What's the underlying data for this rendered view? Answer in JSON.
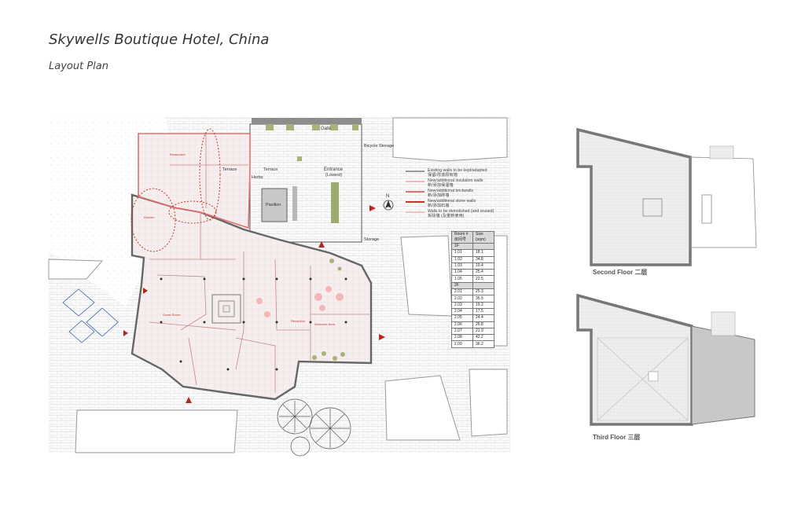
{
  "header": {
    "title": "Skywells Boutique Hotel, China",
    "subtitle": "Layout Plan"
  },
  "plan": {
    "labels": {
      "gate": "Gate",
      "bicycle_storage": "Bicycle Storage",
      "terrace_1": "Terrace",
      "terrace_2": "Terrace",
      "herbs": "Herbs",
      "pavilion": "Pavilion",
      "entrance": "Entrance",
      "entrance_sub": "(Lowest)",
      "storage": "Storage",
      "north": "N",
      "restaurant": "Restaurant",
      "kitchen": "Kitchen",
      "guest_room": "Guest Room",
      "reception": "Reception",
      "welcome_area": "Welcome Area"
    }
  },
  "legend": {
    "items": [
      {
        "label": "Existing walls to be kept/adapted",
        "sub": "保留/改造原有墙",
        "color": "#9a9a9a"
      },
      {
        "label": "New/additional insulation walls",
        "sub": "新/添加保温墙",
        "color": "#f2b8b8"
      },
      {
        "label": "New/additional brickwalls",
        "sub": "新/添加砖墙",
        "color": "#e07070"
      },
      {
        "label": "New/additional stone walls",
        "sub": "新/添加石墙",
        "color": "#c0392b"
      },
      {
        "label": "Walls to be demolished (and reused)",
        "sub": "拆除墙 (及重新使用)",
        "color": "#f0c0c0"
      }
    ]
  },
  "size_table": {
    "col_room": "Room # 房间号",
    "col_size": "Size (sqm)",
    "floor1": "1F",
    "floor1_rows": [
      {
        "room": "1.01",
        "size": "18.1"
      },
      {
        "room": "1.02",
        "size": "34.8"
      },
      {
        "room": "1.03",
        "size": "19.4"
      },
      {
        "room": "1.04",
        "size": "25.4"
      },
      {
        "room": "1.05",
        "size": "22.5"
      }
    ],
    "floor2": "2F",
    "floor2_rows": [
      {
        "room": "2.01",
        "size": "25.3"
      },
      {
        "room": "2.02",
        "size": "35.5"
      },
      {
        "room": "2.03",
        "size": "19.2"
      },
      {
        "room": "2.04",
        "size": "17.5"
      },
      {
        "room": "2.05",
        "size": "24.4"
      },
      {
        "room": "2.06",
        "size": "26.8"
      },
      {
        "room": "2.07",
        "size": "21.9"
      },
      {
        "room": "2.08",
        "size": "42.2"
      },
      {
        "room": "2.09",
        "size": "36.2"
      }
    ]
  },
  "floors": {
    "second": "Second Floor 二层",
    "third": "Third Floor 三层"
  }
}
